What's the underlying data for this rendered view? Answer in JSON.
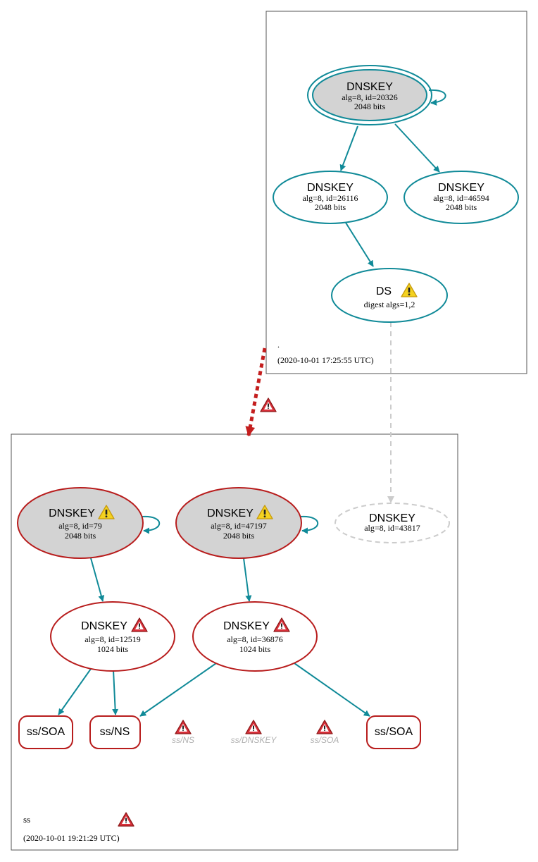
{
  "colors": {
    "teal": "#108a98",
    "red": "#b81d1d",
    "grey_fill": "#d3d3d3",
    "dashed_grey": "#cccccc",
    "faded_text": "#b0b0b0",
    "border": "#555555"
  },
  "zones": {
    "root": {
      "name": ".",
      "timestamp": "(2020-10-01 17:25:55 UTC)"
    },
    "child": {
      "name": "ss",
      "timestamp": "(2020-10-01 19:21:29 UTC)"
    }
  },
  "root_nodes": {
    "ksk": {
      "title": "DNSKEY",
      "line1": "alg=8, id=20326",
      "line2": "2048 bits"
    },
    "zsk1": {
      "title": "DNSKEY",
      "line1": "alg=8, id=26116",
      "line2": "2048 bits"
    },
    "zsk2": {
      "title": "DNSKEY",
      "line1": "alg=8, id=46594",
      "line2": "2048 bits"
    },
    "ds": {
      "title": "DS",
      "line1": "digest algs=1,2",
      "icon": "warning-icon"
    }
  },
  "child_nodes": {
    "ksk1": {
      "title": "DNSKEY",
      "line1": "alg=8, id=79",
      "line2": "2048 bits",
      "icon": "warning-icon"
    },
    "ksk2": {
      "title": "DNSKEY",
      "line1": "alg=8, id=47197",
      "line2": "2048 bits",
      "icon": "warning-icon"
    },
    "missing": {
      "title": "DNSKEY",
      "line1": "alg=8, id=43817"
    },
    "zsk1": {
      "title": "DNSKEY",
      "line1": "alg=8, id=12519",
      "line2": "1024 bits",
      "icon": "error-icon"
    },
    "zsk2": {
      "title": "DNSKEY",
      "line1": "alg=8, id=36876",
      "line2": "1024 bits",
      "icon": "error-icon"
    }
  },
  "rrsets": {
    "soa1": "ss/SOA",
    "ns": "ss/NS",
    "soa2": "ss/SOA",
    "err_ns": "ss/NS",
    "err_dnskey": "ss/DNSKEY",
    "err_soa": "ss/SOA"
  }
}
